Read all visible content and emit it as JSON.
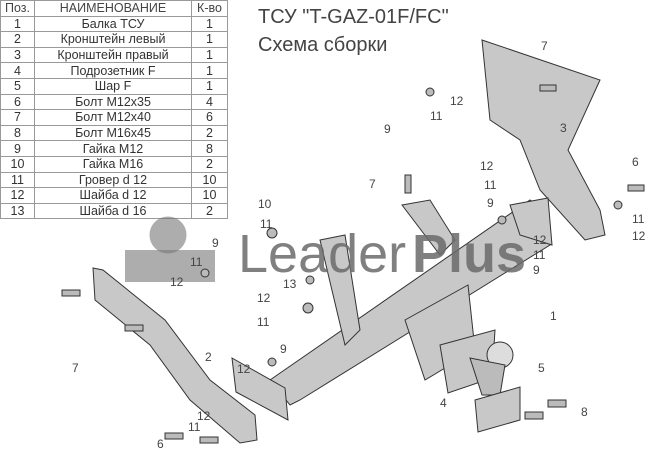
{
  "title": "ТСУ \"T-GAZ-01F/FC\"",
  "subtitle": "Схема сборки",
  "watermark": {
    "word1": "Leader",
    "word2": "Plus"
  },
  "table": {
    "headers": [
      "Поз.",
      "НАИМЕНОВАНИЕ",
      "К-во"
    ],
    "rows": [
      [
        "1",
        "Балка ТСУ",
        "1"
      ],
      [
        "2",
        "Кронштейн левый",
        "1"
      ],
      [
        "3",
        "Кронштейн правый",
        "1"
      ],
      [
        "4",
        "Подрозетник F",
        "1"
      ],
      [
        "5",
        "Шар F",
        "1"
      ],
      [
        "6",
        "Болт М12х35",
        "4"
      ],
      [
        "7",
        "Болт М12х40",
        "6"
      ],
      [
        "8",
        "Болт М16х45",
        "2"
      ],
      [
        "9",
        "Гайка М12",
        "8"
      ],
      [
        "10",
        "Гайка  М16",
        "2"
      ],
      [
        "11",
        "Гровер d 12",
        "10"
      ],
      [
        "12",
        "Шайба d 12",
        "10"
      ],
      [
        "13",
        "Шайба d 16",
        "2"
      ]
    ]
  },
  "callouts": [
    "7",
    "12",
    "11",
    "9",
    "3",
    "6",
    "12",
    "11",
    "9",
    "11",
    "12",
    "7",
    "10",
    "11",
    "12",
    "11",
    "9",
    "13",
    "9",
    "11",
    "12",
    "7",
    "2",
    "12",
    "11",
    "9",
    "12",
    "1",
    "5",
    "4",
    "8",
    "6",
    "11",
    "12"
  ],
  "colors": {
    "part_fill": "#c8c8c8",
    "part_stroke": "#333333",
    "text": "#444444"
  }
}
